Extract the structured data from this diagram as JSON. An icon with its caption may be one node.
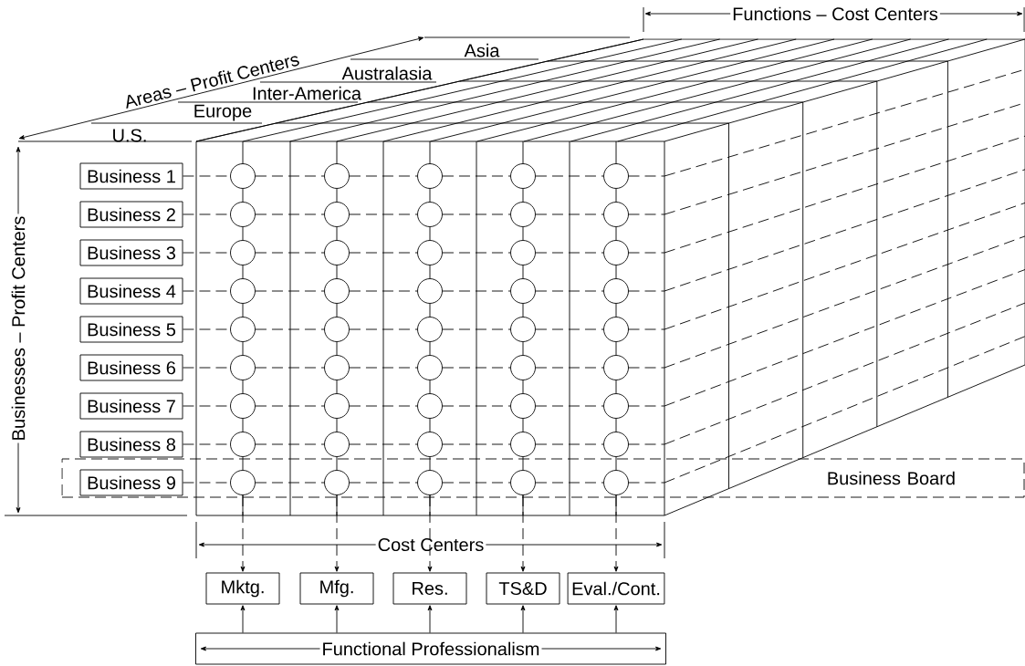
{
  "diagram": {
    "nodes": [
      {
        "text": [
          "Business Board"
        ]
      },
      {
        "text": [
          "Business 1"
        ]
      },
      {
        "text": [
          "Business 2"
        ]
      },
      {
        "text": [
          "Business 3"
        ]
      },
      {
        "text": [
          "Business 4"
        ]
      },
      {
        "text": [
          "Business 5"
        ]
      },
      {
        "text": [
          "Business 6"
        ]
      },
      {
        "text": [
          "Business 7"
        ]
      },
      {
        "text": [
          "Business 8"
        ]
      },
      {
        "text": [
          "Business 9"
        ],
        "in": 0
      },
      {
        "text": [],
        "shape": "circle"
      },
      {
        "text": [],
        "shape": "circle"
      },
      {
        "text": [],
        "shape": "circle"
      },
      {
        "text": [],
        "shape": "circle"
      },
      {
        "text": [],
        "shape": "circle"
      },
      {
        "text": [],
        "shape": "circle"
      },
      {
        "text": [],
        "shape": "circle"
      },
      {
        "text": [],
        "shape": "circle"
      },
      {
        "text": [],
        "shape": "circle"
      },
      {
        "text": [],
        "shape": "circle"
      },
      {
        "text": [],
        "shape": "circle"
      },
      {
        "text": [],
        "shape": "circle"
      },
      {
        "text": [],
        "shape": "circle"
      },
      {
        "text": [],
        "shape": "circle"
      },
      {
        "text": [],
        "shape": "circle"
      },
      {
        "text": [],
        "shape": "circle"
      },
      {
        "text": [],
        "shape": "circle"
      },
      {
        "text": [],
        "shape": "circle"
      },
      {
        "text": [],
        "shape": "circle"
      },
      {
        "text": [],
        "shape": "circle"
      },
      {
        "text": [],
        "shape": "circle"
      },
      {
        "text": [],
        "shape": "circle"
      },
      {
        "text": [],
        "shape": "circle"
      },
      {
        "text": [],
        "shape": "circle"
      },
      {
        "text": [],
        "shape": "circle"
      },
      {
        "text": [],
        "shape": "circle"
      },
      {
        "text": [],
        "shape": "circle"
      },
      {
        "text": [],
        "shape": "circle"
      },
      {
        "text": [],
        "shape": "circle"
      },
      {
        "text": [],
        "shape": "circle"
      },
      {
        "text": [],
        "shape": "circle"
      },
      {
        "text": [],
        "shape": "circle"
      },
      {
        "text": [],
        "shape": "circle"
      },
      {
        "text": [],
        "shape": "circle"
      },
      {
        "text": [],
        "shape": "circle"
      },
      {
        "text": [],
        "shape": "circle"
      },
      {
        "text": [],
        "shape": "circle"
      },
      {
        "text": [],
        "shape": "circle"
      },
      {
        "text": [],
        "shape": "circle"
      },
      {
        "text": [],
        "shape": "circle"
      },
      {
        "text": [],
        "shape": "circle",
        "in": 0
      },
      {
        "text": [],
        "shape": "circle",
        "in": 0
      },
      {
        "text": [],
        "shape": "circle",
        "in": 0
      },
      {
        "text": [],
        "shape": "circle",
        "in": 0
      },
      {
        "text": [],
        "shape": "circle",
        "in": 0
      },
      {
        "text": [
          "Mktg."
        ]
      },
      {
        "text": [
          "Mfg."
        ]
      },
      {
        "text": [
          "Res."
        ]
      },
      {
        "text": [
          "TS&D"
        ]
      },
      {
        "text": [
          "Eval./Cont."
        ]
      },
      {
        "text": [
          "Functional Professionalism"
        ]
      }
    ],
    "edges": [
      {
        "from": 1,
        "to": 10,
        "arrow": "none",
        "style": "dashed"
      },
      {
        "from": 10,
        "to": 11,
        "arrow": "none",
        "style": "dashed"
      },
      {
        "from": 11,
        "to": 12,
        "arrow": "none",
        "style": "dashed"
      },
      {
        "from": 12,
        "to": 13,
        "arrow": "none",
        "style": "dashed"
      },
      {
        "from": 13,
        "to": 14,
        "arrow": "none",
        "style": "dashed"
      },
      {
        "from": 2,
        "to": 15,
        "arrow": "none",
        "style": "dashed"
      },
      {
        "from": 15,
        "to": 16,
        "arrow": "none",
        "style": "dashed"
      },
      {
        "from": 16,
        "to": 17,
        "arrow": "none",
        "style": "dashed"
      },
      {
        "from": 17,
        "to": 18,
        "arrow": "none",
        "style": "dashed"
      },
      {
        "from": 18,
        "to": 19,
        "arrow": "none",
        "style": "dashed"
      },
      {
        "from": 3,
        "to": 20,
        "arrow": "none",
        "style": "dashed"
      },
      {
        "from": 20,
        "to": 21,
        "arrow": "none",
        "style": "dashed"
      },
      {
        "from": 21,
        "to": 22,
        "arrow": "none",
        "style": "dashed"
      },
      {
        "from": 22,
        "to": 23,
        "arrow": "none",
        "style": "dashed"
      },
      {
        "from": 23,
        "to": 24,
        "arrow": "none",
        "style": "dashed"
      },
      {
        "from": 4,
        "to": 25,
        "arrow": "none",
        "style": "dashed"
      },
      {
        "from": 25,
        "to": 26,
        "arrow": "none",
        "style": "dashed"
      },
      {
        "from": 26,
        "to": 27,
        "arrow": "none",
        "style": "dashed"
      },
      {
        "from": 27,
        "to": 28,
        "arrow": "none",
        "style": "dashed"
      },
      {
        "from": 28,
        "to": 29,
        "arrow": "none",
        "style": "dashed"
      },
      {
        "from": 5,
        "to": 30,
        "arrow": "none",
        "style": "dashed"
      },
      {
        "from": 30,
        "to": 31,
        "arrow": "none",
        "style": "dashed"
      },
      {
        "from": 31,
        "to": 32,
        "arrow": "none",
        "style": "dashed"
      },
      {
        "from": 32,
        "to": 33,
        "arrow": "none",
        "style": "dashed"
      },
      {
        "from": 33,
        "to": 34,
        "arrow": "none",
        "style": "dashed"
      },
      {
        "from": 6,
        "to": 35,
        "arrow": "none",
        "style": "dashed"
      },
      {
        "from": 35,
        "to": 36,
        "arrow": "none",
        "style": "dashed"
      },
      {
        "from": 36,
        "to": 37,
        "arrow": "none",
        "style": "dashed"
      },
      {
        "from": 37,
        "to": 38,
        "arrow": "none",
        "style": "dashed"
      },
      {
        "from": 38,
        "to": 39,
        "arrow": "none",
        "style": "dashed"
      },
      {
        "from": 7,
        "to": 40,
        "arrow": "none",
        "style": "dashed"
      },
      {
        "from": 40,
        "to": 41,
        "arrow": "none",
        "style": "dashed"
      },
      {
        "from": 41,
        "to": 42,
        "arrow": "none",
        "style": "dashed"
      },
      {
        "from": 42,
        "to": 43,
        "arrow": "none",
        "style": "dashed"
      },
      {
        "from": 43,
        "to": 44,
        "arrow": "none",
        "style": "dashed"
      },
      {
        "from": 8,
        "to": 45,
        "arrow": "none",
        "style": "dashed"
      },
      {
        "from": 45,
        "to": 46,
        "arrow": "none",
        "style": "dashed"
      },
      {
        "from": 46,
        "to": 47,
        "arrow": "none",
        "style": "dashed"
      },
      {
        "from": 47,
        "to": 48,
        "arrow": "none",
        "style": "dashed"
      },
      {
        "from": 48,
        "to": 49,
        "arrow": "none",
        "style": "dashed"
      },
      {
        "from": 9,
        "to": 50,
        "arrow": "none",
        "style": "dashed"
      },
      {
        "from": 50,
        "to": 51,
        "arrow": "none",
        "style": "dashed"
      },
      {
        "from": 51,
        "to": 52,
        "arrow": "none",
        "style": "dashed"
      },
      {
        "from": 52,
        "to": 53,
        "arrow": "none",
        "style": "dashed"
      },
      {
        "from": 53,
        "to": 54,
        "arrow": "none",
        "style": "dashed"
      },
      {
        "from": 10,
        "to": 15,
        "arrow": "none"
      },
      {
        "from": 15,
        "to": 20,
        "arrow": "none"
      },
      {
        "from": 20,
        "to": 25,
        "arrow": "none"
      },
      {
        "from": 25,
        "to": 30,
        "arrow": "none"
      },
      {
        "from": 30,
        "to": 35,
        "arrow": "none"
      },
      {
        "from": 35,
        "to": 40,
        "arrow": "none"
      },
      {
        "from": 40,
        "to": 45,
        "arrow": "none"
      },
      {
        "from": 45,
        "to": 50,
        "arrow": "none"
      },
      {
        "from": 11,
        "to": 16,
        "arrow": "none"
      },
      {
        "from": 16,
        "to": 21,
        "arrow": "none"
      },
      {
        "from": 21,
        "to": 26,
        "arrow": "none"
      },
      {
        "from": 26,
        "to": 31,
        "arrow": "none"
      },
      {
        "from": 31,
        "to": 36,
        "arrow": "none"
      },
      {
        "from": 36,
        "to": 41,
        "arrow": "none"
      },
      {
        "from": 41,
        "to": 46,
        "arrow": "none"
      },
      {
        "from": 46,
        "to": 51,
        "arrow": "none"
      },
      {
        "from": 12,
        "to": 17,
        "arrow": "none"
      },
      {
        "from": 17,
        "to": 22,
        "arrow": "none"
      },
      {
        "from": 22,
        "to": 27,
        "arrow": "none"
      },
      {
        "from": 27,
        "to": 32,
        "arrow": "none"
      },
      {
        "from": 32,
        "to": 37,
        "arrow": "none"
      },
      {
        "from": 37,
        "to": 42,
        "arrow": "none"
      },
      {
        "from": 42,
        "to": 47,
        "arrow": "none"
      },
      {
        "from": 47,
        "to": 52,
        "arrow": "none"
      },
      {
        "from": 13,
        "to": 18,
        "arrow": "none"
      },
      {
        "from": 18,
        "to": 23,
        "arrow": "none"
      },
      {
        "from": 23,
        "to": 28,
        "arrow": "none"
      },
      {
        "from": 28,
        "to": 33,
        "arrow": "none"
      },
      {
        "from": 33,
        "to": 38,
        "arrow": "none"
      },
      {
        "from": 38,
        "to": 43,
        "arrow": "none"
      },
      {
        "from": 43,
        "to": 48,
        "arrow": "none"
      },
      {
        "from": 48,
        "to": 53,
        "arrow": "none"
      },
      {
        "from": 14,
        "to": 19,
        "arrow": "none"
      },
      {
        "from": 19,
        "to": 24,
        "arrow": "none"
      },
      {
        "from": 24,
        "to": 29,
        "arrow": "none"
      },
      {
        "from": 29,
        "to": 34,
        "arrow": "none"
      },
      {
        "from": 34,
        "to": 39,
        "arrow": "none"
      },
      {
        "from": 39,
        "to": 44,
        "arrow": "none"
      },
      {
        "from": 44,
        "to": 49,
        "arrow": "none"
      },
      {
        "from": 49,
        "to": 54,
        "arrow": "none"
      },
      {
        "from": 50,
        "to": 55,
        "arrow": "to",
        "style": "dashed"
      },
      {
        "from": 51,
        "to": 56,
        "arrow": "to",
        "style": "dashed"
      },
      {
        "from": 52,
        "to": 57,
        "arrow": "to",
        "style": "dashed"
      },
      {
        "from": 53,
        "to": 58,
        "arrow": "to",
        "style": "dashed"
      },
      {
        "from": 54,
        "to": 59,
        "arrow": "to",
        "style": "dashed"
      },
      {
        "from": 60,
        "to": 55,
        "arrow": "to"
      },
      {
        "from": 60,
        "to": 56,
        "arrow": "to"
      },
      {
        "from": 60,
        "to": 57,
        "arrow": "to"
      },
      {
        "from": 60,
        "to": 58,
        "arrow": "to"
      },
      {
        "from": 60,
        "to": 59,
        "arrow": "to"
      }
    ],
    "labels": [
      "Functions – Cost Centers",
      "Areas – Profit Centers",
      "Asia",
      "Australasia",
      "Inter-America",
      "Europe",
      "U.S.",
      "Businesses – Profit Centers",
      "Cost Centers"
    ]
  }
}
